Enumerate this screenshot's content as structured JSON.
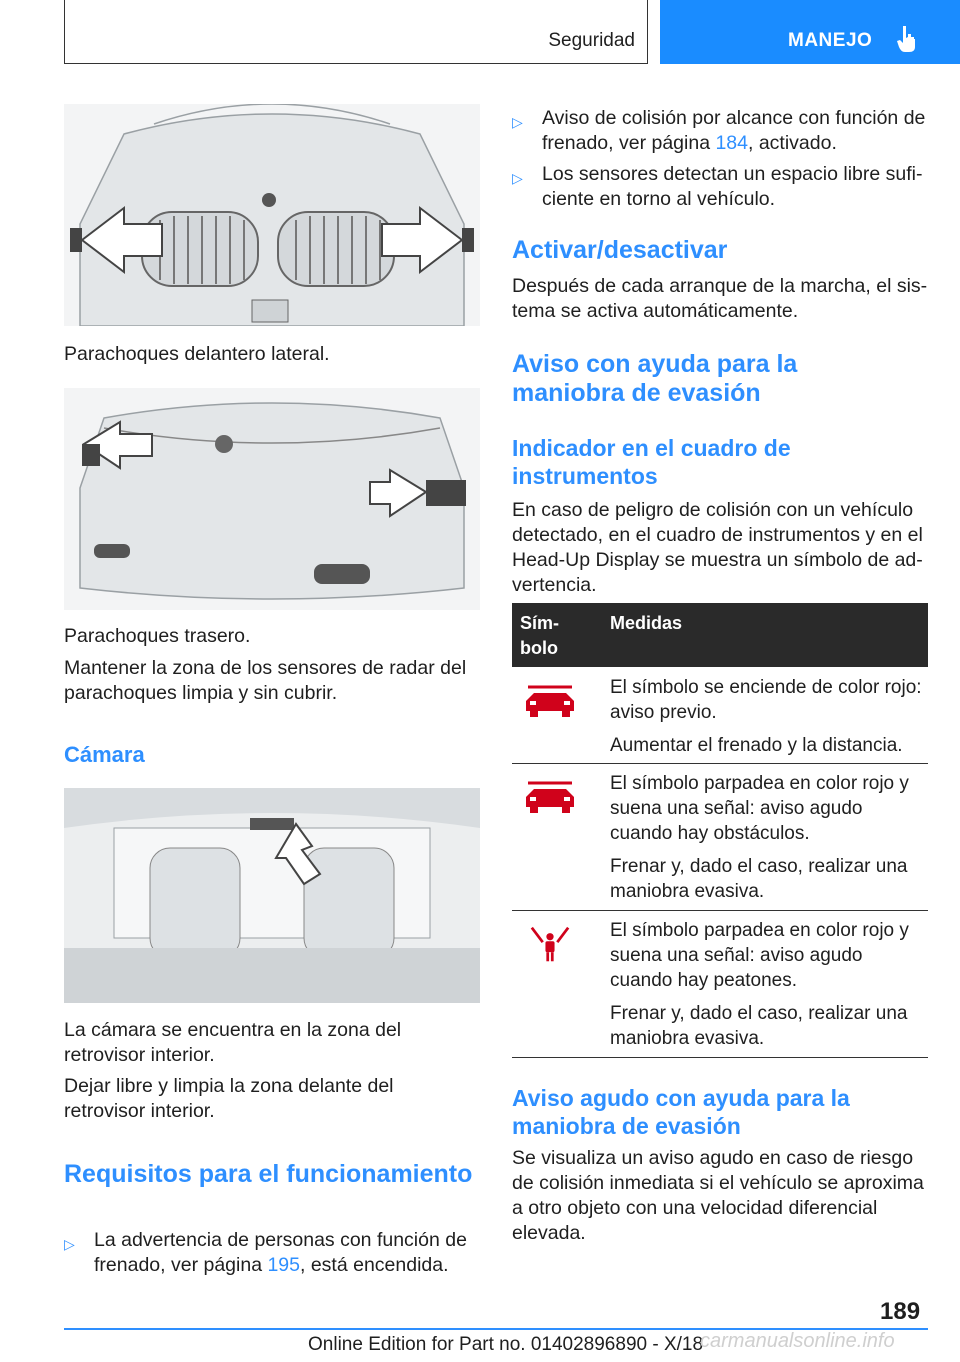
{
  "header": {
    "section": "Seguridad",
    "chapter": "MANEJO"
  },
  "left": {
    "caption1": "Parachoques delantero lateral.",
    "caption2": "Parachoques trasero.",
    "para1": "Mantener la zona de los sensores de radar del parachoques limpia y sin cubrir.",
    "camera_heading": "Cámara",
    "camera_para1": "La cámara se encuentra en la zona del retrovisor interior.",
    "camera_para2": "Dejar libre y limpia la zona delante del retrovisor interior.",
    "req_heading": "Requisitos para el funcionamiento",
    "bullet1_a": "La advertencia de personas con función de frenado, ver página ",
    "bullet1_link": "195",
    "bullet1_b": ", está encendida."
  },
  "right": {
    "bullet2_a": "Aviso de colisión por alcance con función de frenado, ver página ",
    "bullet2_link": "184",
    "bullet2_b": ", activado.",
    "bullet3": "Los sensores detectan un espacio libre sufi­ciente en torno al vehículo.",
    "act_heading": "Activar/desactivar",
    "act_para": "Después de cada arranque de la marcha, el sis­tema se activa automáticamente.",
    "aviso_heading": "Aviso con ayuda para la maniobra de evasión",
    "ind_heading": "Indicador en el cuadro de instrumentos",
    "ind_para": "En caso de peligro de colisión con un vehículo detectado, en el cuadro de instrumentos y en el Head-Up Display se muestra un símbolo de ad­vertencia.",
    "table": {
      "col1": "Sím­bolo",
      "col2": "Medidas",
      "rows": [
        {
          "icon": "car-warning-icon",
          "lines": [
            "El símbolo se enciende de color rojo: aviso previo.",
            "Aumentar el frenado y la distancia."
          ]
        },
        {
          "icon": "car-warning-icon",
          "lines": [
            "El símbolo parpadea en color rojo y suena una señal: aviso agudo cuando hay obstáculos.",
            "Frenar y, dado el caso, realizar una maniobra evasiva."
          ]
        },
        {
          "icon": "pedestrian-warning-icon",
          "lines": [
            "El símbolo parpadea en color rojo y suena una señal: aviso agudo cuando hay peatones.",
            "Frenar y, dado el caso, realizar una maniobra evasiva."
          ]
        }
      ]
    },
    "agudo_heading": "Aviso agudo con ayuda para la maniobra de evasión",
    "agudo_para": "Se visualiza un aviso agudo en caso de riesgo de colisión inmediata si el vehículo se aproxima a otro objeto con una velocidad diferencial elevada."
  },
  "footer": {
    "page": "189",
    "edition": "Online Edition for Part no. 01402896890 - X/18",
    "watermark": "carmanualsonline.info"
  },
  "colors": {
    "accent": "#2e8fff",
    "header_blue": "#1a8cff",
    "table_head": "#2a2a2a"
  }
}
